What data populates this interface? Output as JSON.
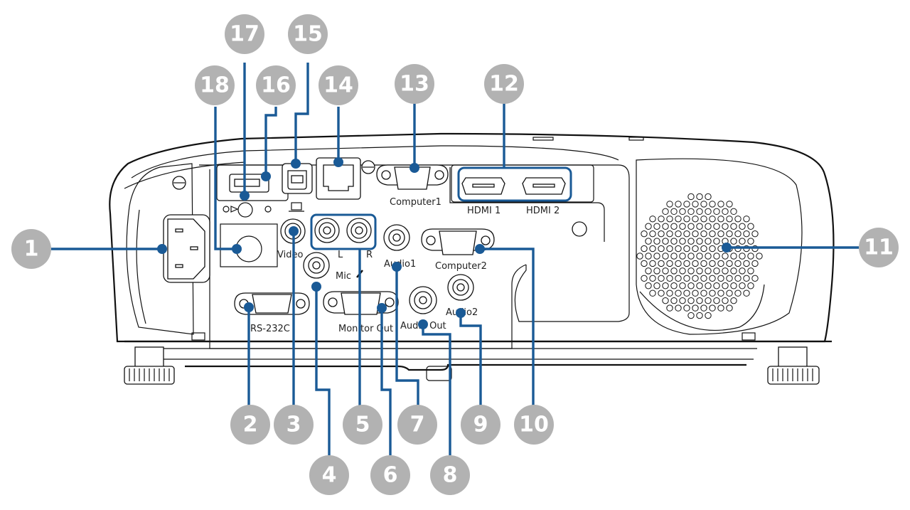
{
  "diagram": {
    "title": "Projector rear panel connection ports",
    "colors": {
      "leader_line": "#1a5a96",
      "callout_bubble": "#b2b2b2",
      "callout_text": "#ffffff",
      "outline": "#111111"
    },
    "port_labels": {
      "rs232c": "RS-232C",
      "video": "Video",
      "audio_l": "L",
      "audio_r": "R",
      "mic": "Mic",
      "monitor_out": "Monitor Out",
      "audio_out": "Audio Out",
      "audio1": "Audio1",
      "audio2": "Audio2",
      "computer1": "Computer1",
      "computer2": "Computer2",
      "hdmi1": "HDMI 1",
      "hdmi2": "HDMI 2"
    },
    "callouts": [
      {
        "number": "1",
        "target": "AC power inlet"
      },
      {
        "number": "2",
        "target": "RS-232C port"
      },
      {
        "number": "3",
        "target": "Video port"
      },
      {
        "number": "4",
        "target": "Mic port"
      },
      {
        "number": "5",
        "target": "Audio L/R ports"
      },
      {
        "number": "6",
        "target": "Monitor Out port"
      },
      {
        "number": "7",
        "target": "Audio1 port"
      },
      {
        "number": "8",
        "target": "Audio Out port"
      },
      {
        "number": "9",
        "target": "Audio2 port"
      },
      {
        "number": "10",
        "target": "Computer2 port"
      },
      {
        "number": "11",
        "target": "Speaker"
      },
      {
        "number": "12",
        "target": "HDMI 1 / HDMI 2 ports"
      },
      {
        "number": "13",
        "target": "Computer1 port"
      },
      {
        "number": "14",
        "target": "LAN port"
      },
      {
        "number": "15",
        "target": "USB-B port"
      },
      {
        "number": "16",
        "target": "USB-A port"
      },
      {
        "number": "17",
        "target": "Remote receiver"
      },
      {
        "number": "18",
        "target": "Remote receiver (rear)"
      }
    ]
  }
}
